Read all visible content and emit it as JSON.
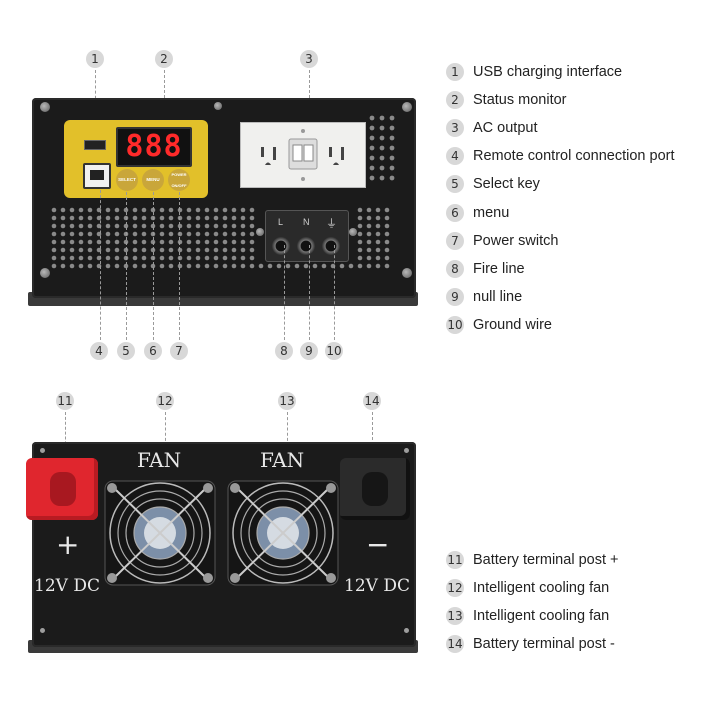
{
  "legend_top": [
    {
      "num": "1",
      "label": "USB charging interface"
    },
    {
      "num": "2",
      "label": "Status monitor"
    },
    {
      "num": "3",
      "label": "AC output"
    },
    {
      "num": "4",
      "label": "Remote control connection port"
    },
    {
      "num": "5",
      "label": "Select key"
    },
    {
      "num": "6",
      "label": "menu"
    },
    {
      "num": "7",
      "label": "Power switch"
    },
    {
      "num": "8",
      "label": "Fire line"
    },
    {
      "num": "9",
      "label": "null line"
    },
    {
      "num": "10",
      "label": "Ground wire"
    }
  ],
  "legend_bottom": [
    {
      "num": "11",
      "label": "Battery terminal post +"
    },
    {
      "num": "12",
      "label": "Intelligent cooling fan"
    },
    {
      "num": "13",
      "label": "Intelligent cooling fan"
    },
    {
      "num": "14",
      "label": "Battery terminal post -"
    }
  ],
  "front_panel": {
    "display": "888",
    "buttons": [
      "SELECT",
      "MENU",
      "POWER ON/OFF"
    ],
    "terminal_labels": [
      "L",
      "N",
      "⏚"
    ],
    "marker_numbers": [
      "1",
      "2",
      "3",
      "4",
      "5",
      "6",
      "7",
      "8",
      "9",
      "10"
    ]
  },
  "back_panel": {
    "fan_label": "FAN",
    "plus": "+",
    "minus": "−",
    "voltage": "12V DC",
    "marker_numbers": [
      "11",
      "12",
      "13",
      "14"
    ]
  },
  "colors": {
    "panel": "#1b1b1b",
    "control_plate": "#e2c02a",
    "red_terminal": "#e0262e",
    "black_terminal": "#2b2b2b",
    "marker_bg": "#d8d8d8"
  }
}
